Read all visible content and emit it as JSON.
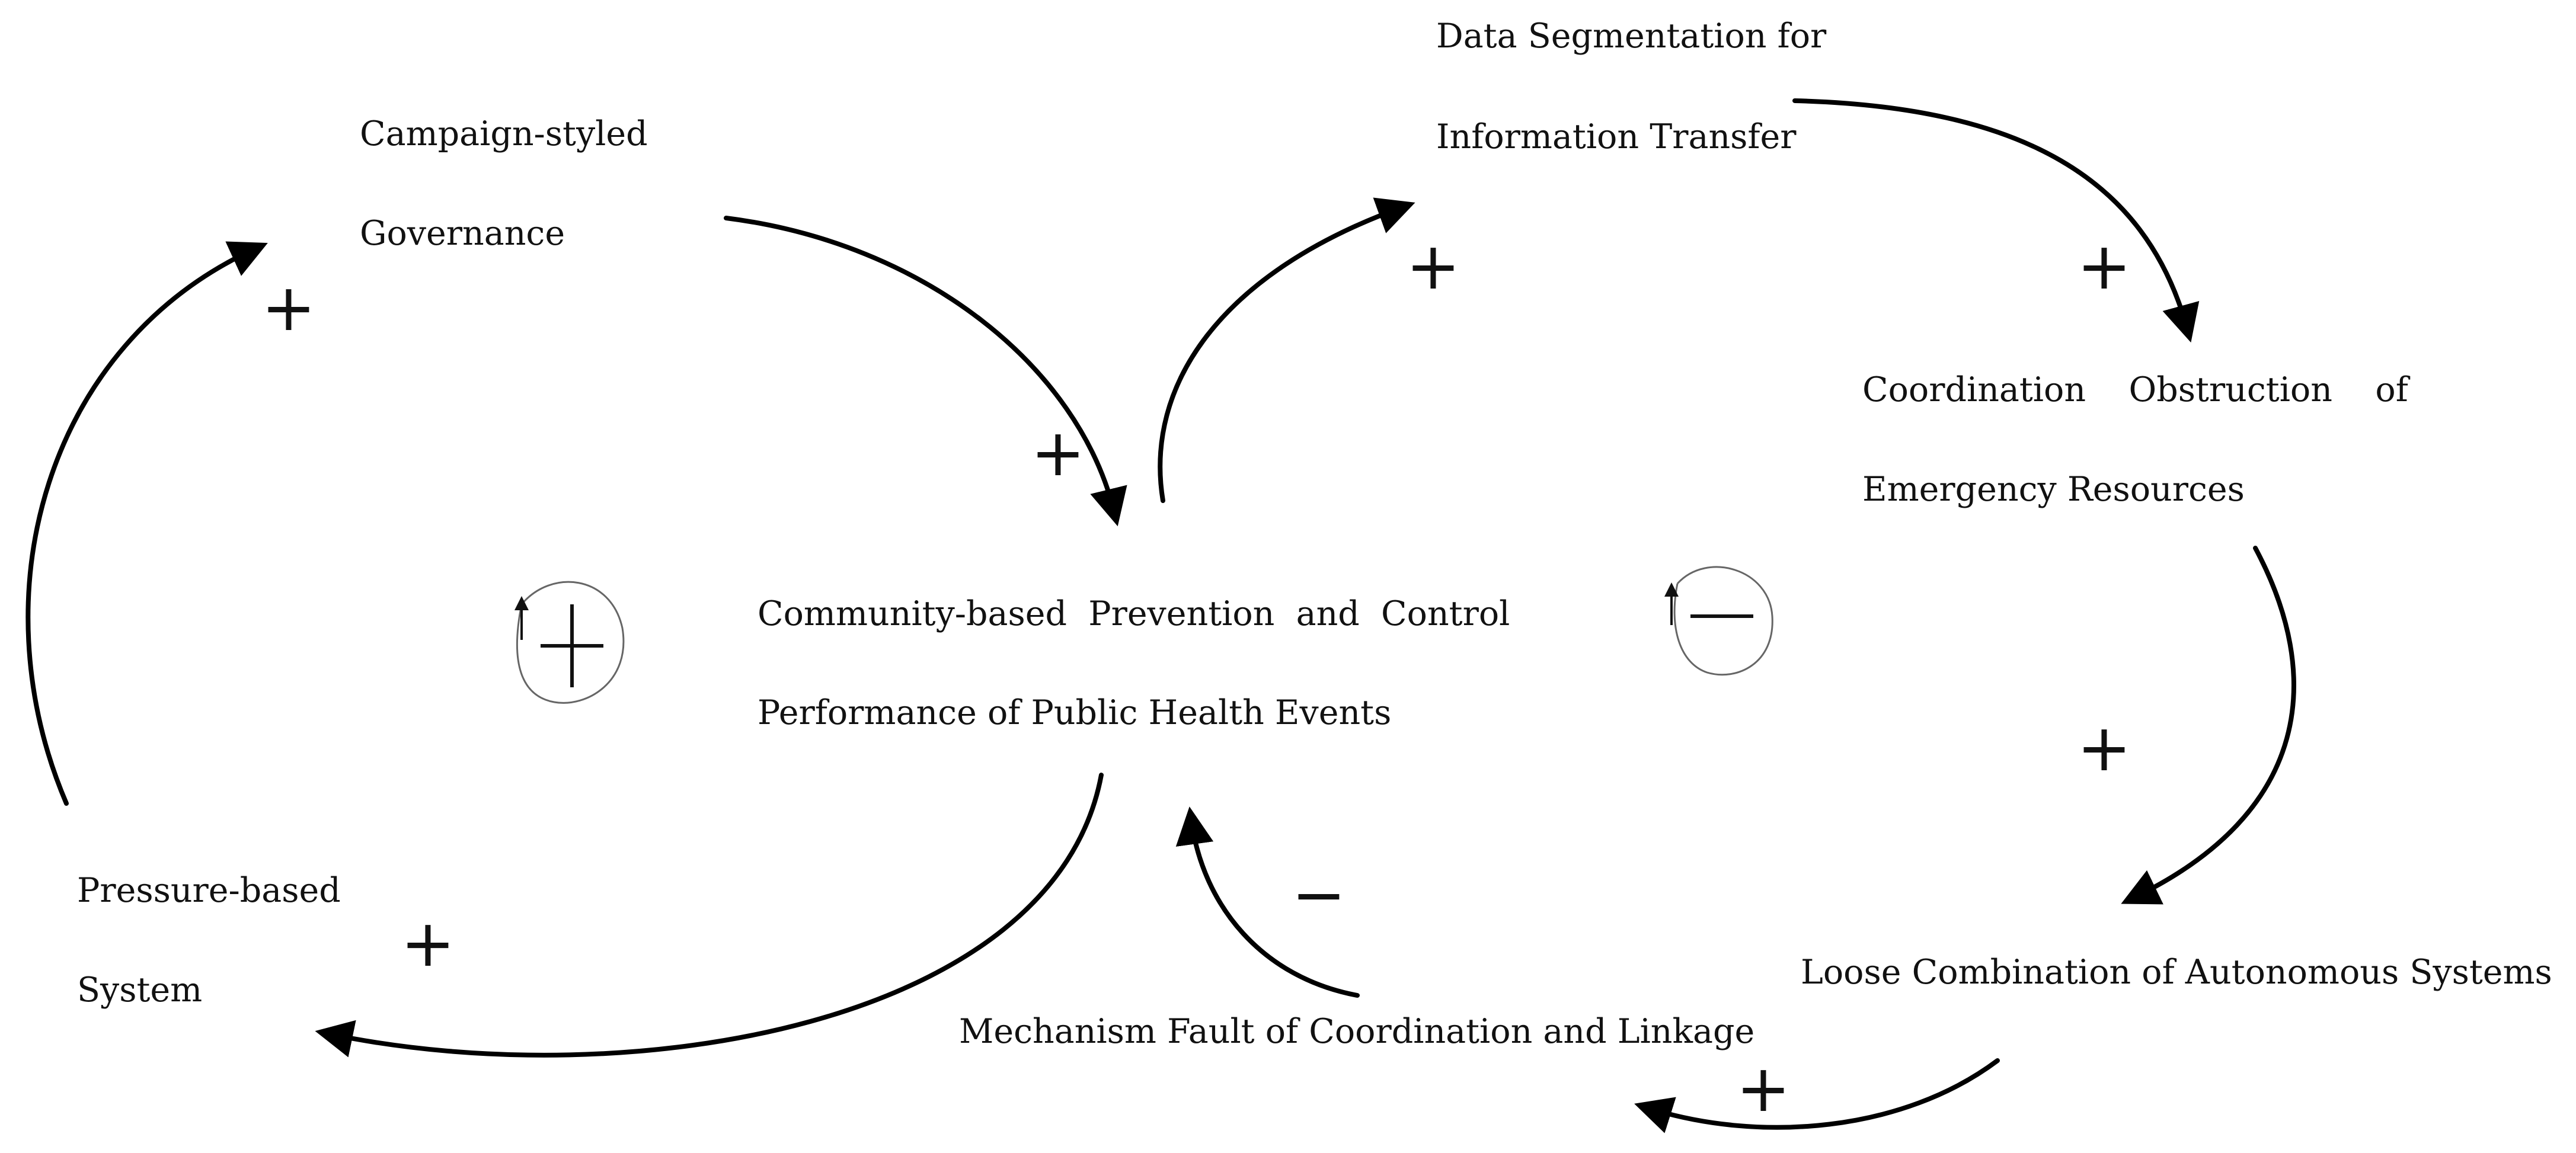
{
  "nodes": {
    "campaign": {
      "line1": "Campaign-styled",
      "line2": "Governance"
    },
    "community": {
      "line1": "Community-based  Prevention  and  Control",
      "line2": "Performance of Public Health Events"
    },
    "data_segmentation": {
      "line1": "Data Segmentation for",
      "line2": "Information Transfer"
    },
    "coordination_obstruction": {
      "line1": "Coordination    Obstruction    of",
      "line2": "Emergency Resources"
    },
    "loose_combination": {
      "line1": "Loose Combination of Autonomous Systems"
    },
    "mechanism_fault": {
      "line1": "Mechanism Fault of Coordination and Linkage"
    },
    "pressure": {
      "line1": "Pressure-based",
      "line2": "System"
    }
  },
  "edge_signs": {
    "pressure_to_campaign": "+",
    "campaign_to_community": "+",
    "community_to_pressure": "+",
    "community_to_data": "+",
    "data_to_coordination": "+",
    "coordination_to_loose": "+",
    "loose_to_mechanism": "+",
    "mechanism_to_community": "−"
  },
  "loops": {
    "left": {
      "polarity": "positive"
    },
    "right": {
      "polarity": "negative"
    }
  }
}
